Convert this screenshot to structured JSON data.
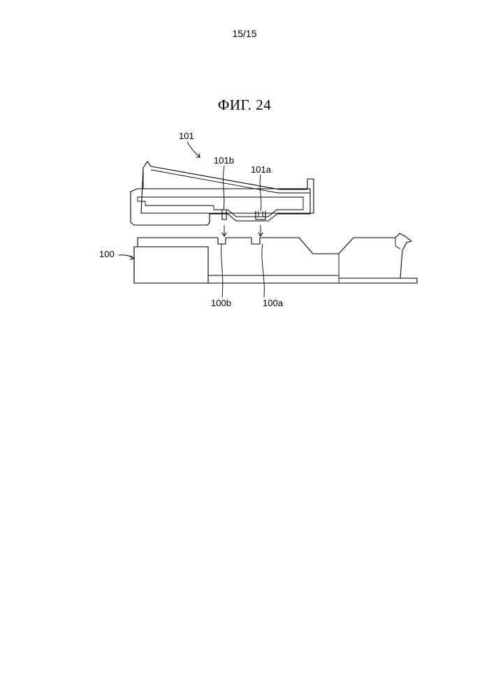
{
  "page": {
    "number": "15/15"
  },
  "figure": {
    "title": "ФИГ. 24"
  },
  "labels": {
    "part_101": "101",
    "part_101b": "101b",
    "part_101a": "101a",
    "part_100": "100",
    "part_100b": "100b",
    "part_100a": "100a"
  }
}
